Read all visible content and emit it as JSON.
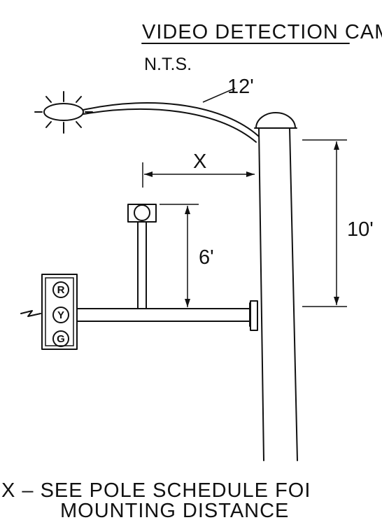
{
  "title": "VIDEO DETECTION CAMERA",
  "scale_note": "N.T.S.",
  "labels": {
    "arm_length": "12'",
    "mounting_distance": "X",
    "camera_height": "10'",
    "detector_height": "6'"
  },
  "signal_lenses": [
    "R",
    "Y",
    "G"
  ],
  "note_line1": "X  –  SEE POLE SCHEDULE FOI",
  "note_line2": "MOUNTING DISTANCE"
}
